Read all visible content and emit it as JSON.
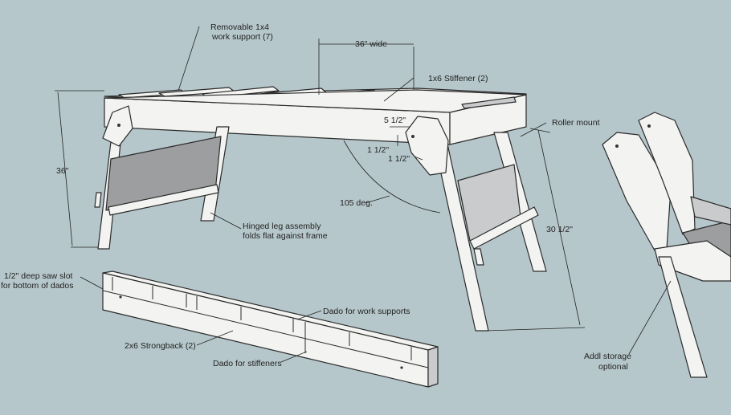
{
  "labels": {
    "work_support_1": "Removable 1x4",
    "work_support_2": "work support (7)",
    "width": "36\" wide",
    "stiffener": "1x6 Stiffener (2)",
    "roller_mount": "Roller mount",
    "height_36": "36\"",
    "dim_5_half": "5 1/2\"",
    "dim_1_half_a": "1 1/2\"",
    "dim_1_half_b": "1 1/2\"",
    "angle": "105 deg.",
    "height_30_half": "30 1/2\"",
    "hinged_1": "Hinged leg assembly",
    "hinged_2": "folds flat against frame",
    "saw_slot_1": "1/2\" deep saw slot",
    "saw_slot_2": "for bottom of dados",
    "dado_supports": "Dado for work supports",
    "strongback": "2x6 Strongback (2)",
    "dado_stiffeners": "Dado for stiffeners",
    "storage_1": "Addl storage",
    "storage_2": "optional"
  }
}
